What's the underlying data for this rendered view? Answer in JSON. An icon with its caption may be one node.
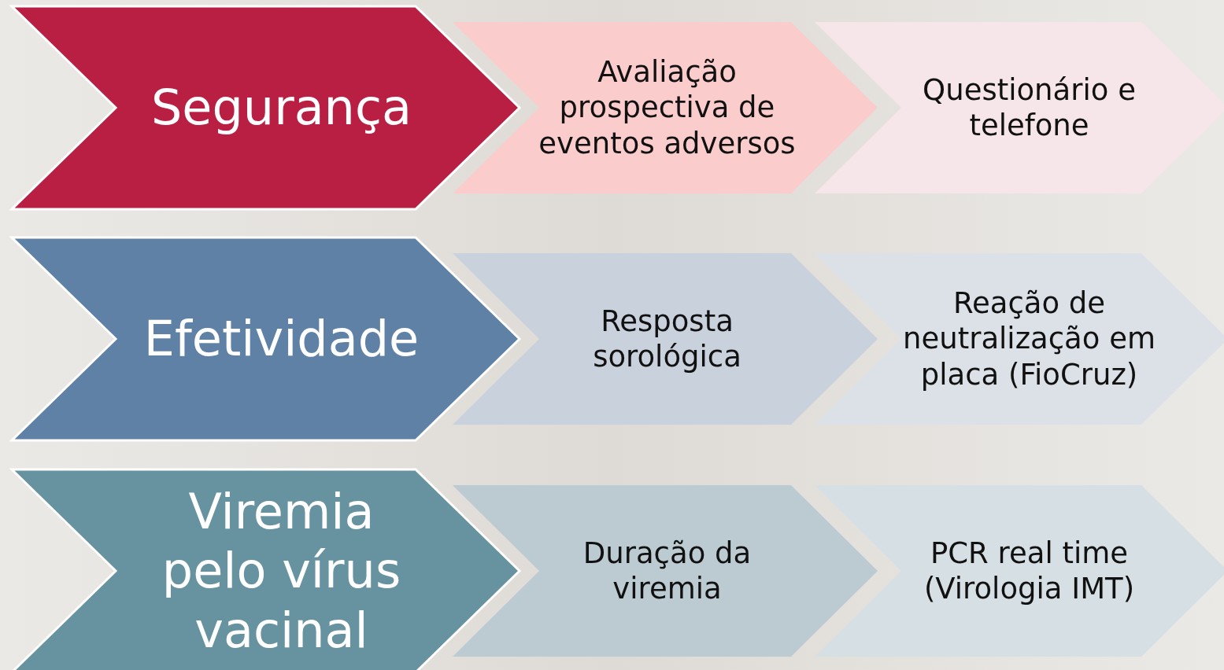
{
  "diagram": {
    "nodes": [
      {
        "text": [
          "Segurança"
        ]
      },
      {
        "text": [
          "Avaliação prospectiva de eventos adversos"
        ]
      },
      {
        "text": [
          "Questionário e telefone"
        ]
      },
      {
        "text": [
          "Efetividade"
        ]
      },
      {
        "text": [
          "Resposta sorológica"
        ]
      },
      {
        "text": [
          "Reação de neutralização em placa (FioCruz)"
        ]
      },
      {
        "text": [
          "Viremia pelo vírus vacinal"
        ]
      },
      {
        "text": [
          "Duração da viremia"
        ]
      },
      {
        "text": [
          "PCR real time (Virologia IMT)"
        ]
      }
    ]
  }
}
